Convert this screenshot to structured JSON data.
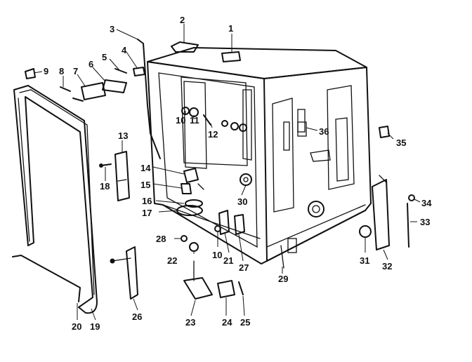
{
  "diagram": {
    "callouts": [
      {
        "id": "c1",
        "number": "1"
      },
      {
        "id": "c2",
        "number": "2"
      },
      {
        "id": "c3",
        "number": "3"
      },
      {
        "id": "c4",
        "number": "4"
      },
      {
        "id": "c5",
        "number": "5"
      },
      {
        "id": "c6",
        "number": "6"
      },
      {
        "id": "c7",
        "number": "7"
      },
      {
        "id": "c8",
        "number": "8"
      },
      {
        "id": "c9",
        "number": "9"
      },
      {
        "id": "c10a",
        "number": "10"
      },
      {
        "id": "c11",
        "number": "11"
      },
      {
        "id": "c12",
        "number": "12"
      },
      {
        "id": "c13",
        "number": "13"
      },
      {
        "id": "c14",
        "number": "14"
      },
      {
        "id": "c15",
        "number": "15"
      },
      {
        "id": "c16",
        "number": "16"
      },
      {
        "id": "c17",
        "number": "17"
      },
      {
        "id": "c18",
        "number": "18"
      },
      {
        "id": "c19",
        "number": "19"
      },
      {
        "id": "c20",
        "number": "20"
      },
      {
        "id": "c21",
        "number": "21"
      },
      {
        "id": "c22",
        "number": "22"
      },
      {
        "id": "c23",
        "number": "23"
      },
      {
        "id": "c24",
        "number": "24"
      },
      {
        "id": "c25",
        "number": "25"
      },
      {
        "id": "c26",
        "number": "26"
      },
      {
        "id": "c27",
        "number": "27"
      },
      {
        "id": "c28",
        "number": "28"
      },
      {
        "id": "c29",
        "number": "29"
      },
      {
        "id": "c30",
        "number": "30"
      },
      {
        "id": "c31",
        "number": "31"
      },
      {
        "id": "c32",
        "number": "32"
      },
      {
        "id": "c33",
        "number": "33"
      },
      {
        "id": "c34",
        "number": "34"
      },
      {
        "id": "c35",
        "number": "35"
      },
      {
        "id": "c36",
        "number": "36"
      },
      {
        "id": "c10b",
        "number": "10"
      }
    ]
  }
}
